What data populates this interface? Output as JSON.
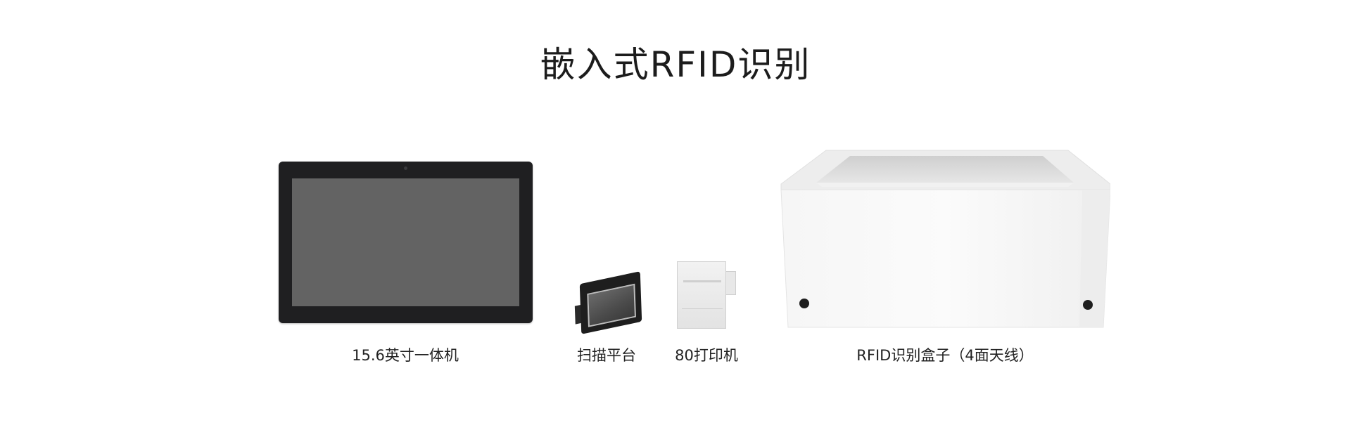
{
  "title": "嵌入式RFID识别",
  "products": [
    {
      "caption": "15.6英寸一体机",
      "icon": "monitor-icon"
    },
    {
      "caption": "扫描平台",
      "icon": "scanner-icon"
    },
    {
      "caption": "80打印机",
      "icon": "printer-icon"
    },
    {
      "caption": "RFID识别盒子（4面天线）",
      "icon": "rfid-box-icon"
    }
  ],
  "colors": {
    "screen": "#636363",
    "bezel": "#1f1f21",
    "box": "#f4f4f4"
  }
}
